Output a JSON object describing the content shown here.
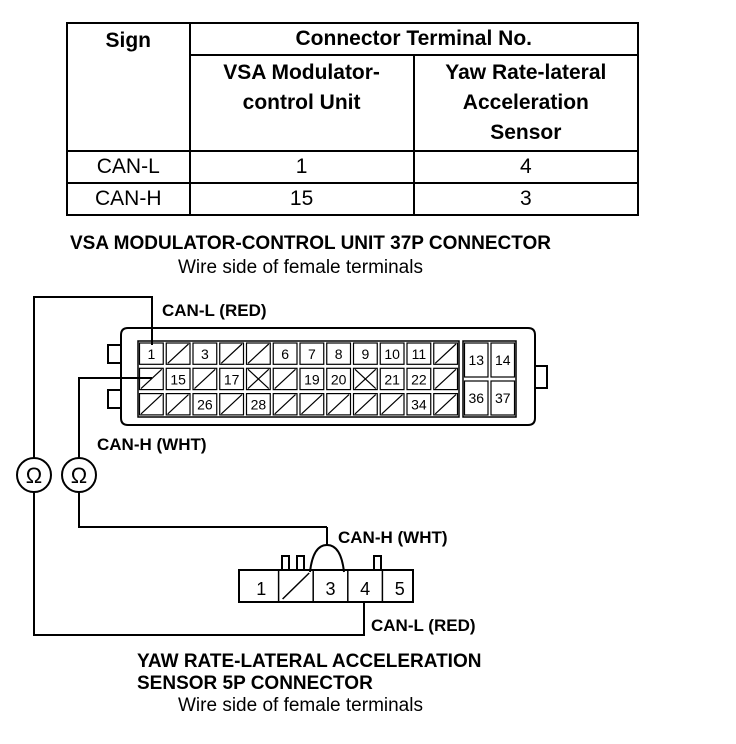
{
  "table": {
    "header_sign": "Sign",
    "header_terminal": "Connector Terminal No.",
    "col_vsa": [
      "VSA Modulator-",
      "control Unit"
    ],
    "col_yaw": [
      "Yaw Rate-lateral",
      "Acceleration",
      "Sensor"
    ],
    "rows": [
      {
        "sign": "CAN-L",
        "vsa": "1",
        "yaw": "4"
      },
      {
        "sign": "CAN-H",
        "vsa": "15",
        "yaw": "3"
      }
    ]
  },
  "vsa_connector": {
    "title": "VSA MODULATOR-CONTROL UNIT 37P CONNECTOR",
    "subtitle": "Wire side of female terminals",
    "terminals": [
      "1",
      "3",
      "6",
      "7",
      "8",
      "9",
      "10",
      "11",
      "13",
      "14",
      "15",
      "17",
      "19",
      "20",
      "21",
      "22",
      "26",
      "28",
      "34",
      "36",
      "37"
    ]
  },
  "labels": {
    "can_l_vsa": "CAN-L (RED)",
    "can_h_vsa": "CAN-H (WHT)",
    "can_h_sensor": "CAN-H (WHT)",
    "can_l_sensor": "CAN-L (RED)"
  },
  "meter_symbol": "Ω",
  "sensor_connector": {
    "title_line1": "YAW RATE-LATERAL ACCELERATION",
    "title_line2": "SENSOR 5P CONNECTOR",
    "subtitle": "Wire side of female terminals",
    "terminals": [
      "1",
      "3",
      "4",
      "5"
    ]
  }
}
